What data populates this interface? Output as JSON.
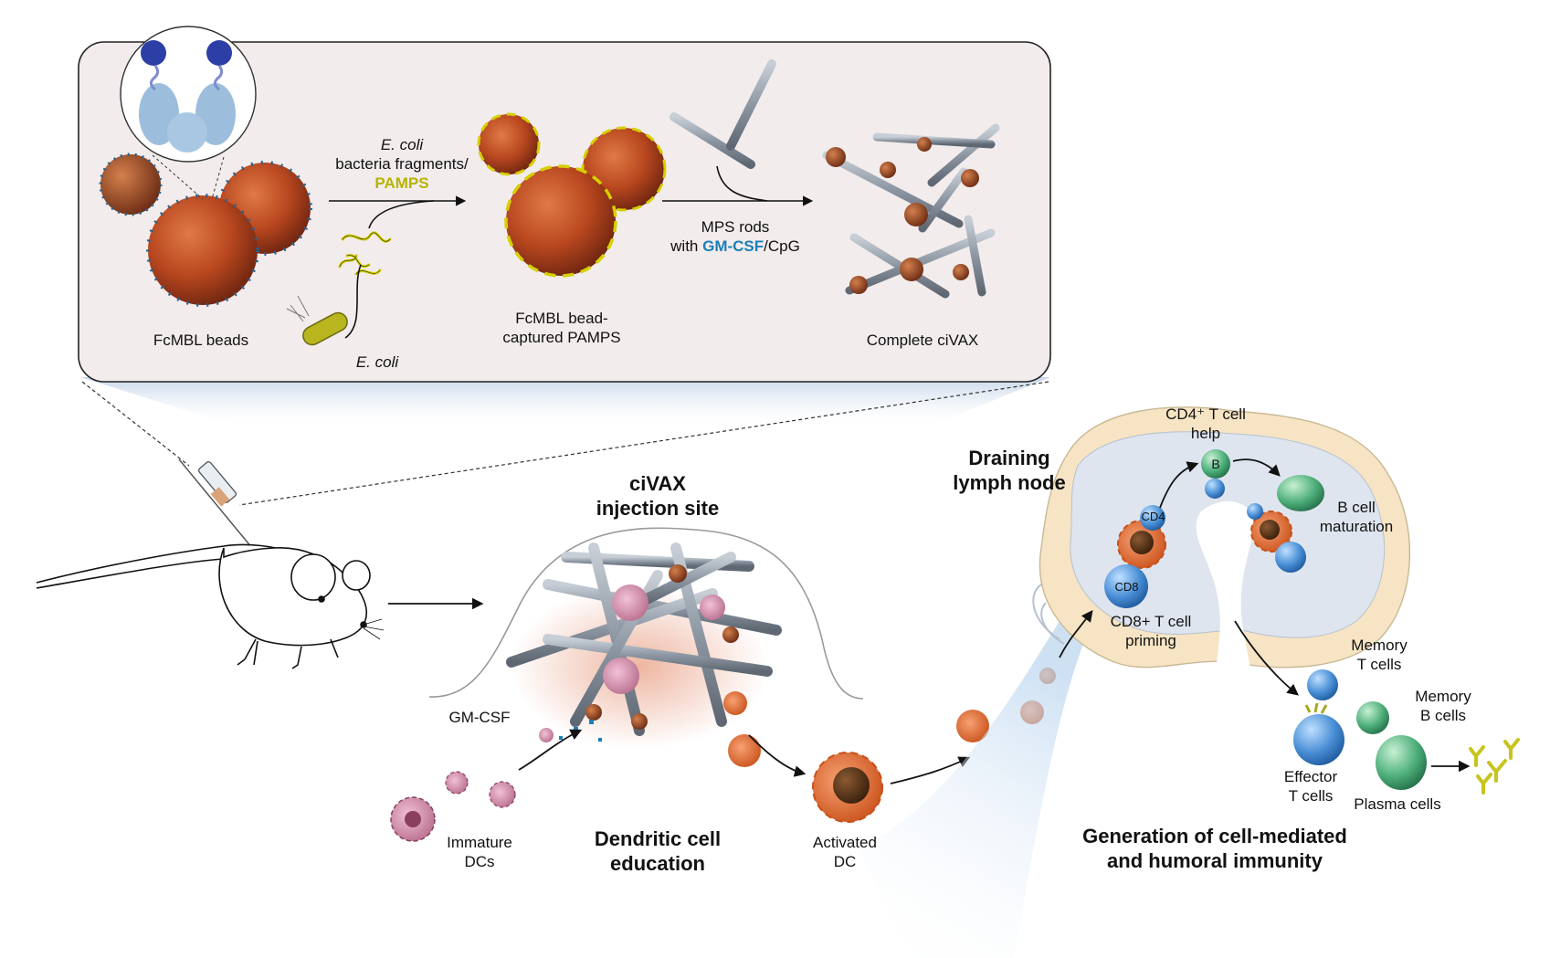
{
  "panel": {
    "fcmbl_beads": "FcMBL beads",
    "arrow_label_italic": "E. coli",
    "arrow_label_line2": "bacteria fragments/",
    "arrow_label_pamps": "PAMPS",
    "ecoli": "E. coli",
    "captured_line1": "FcMBL bead-",
    "captured_line2": "captured PAMPS",
    "mps_line1": "MPS rods",
    "mps_line2_prefix": "with ",
    "mps_line2_gm": "GM-CSF",
    "mps_line2_suffix": "/CpG",
    "complete": "Complete ciVAX"
  },
  "injection": {
    "title_line1": "ciVAX",
    "title_line2": "injection site",
    "gmcsf": "GM-CSF",
    "immature_line1": "Immature",
    "immature_line2": "DCs",
    "education_line1": "Dendritic cell",
    "education_line2": "education",
    "activated_line1": "Activated",
    "activated_line2": "DC"
  },
  "lymph": {
    "title_line1": "Draining",
    "title_line2": "lymph node",
    "cd4_help_line1": "CD4⁺ T cell",
    "cd4_help_line2": "help",
    "b": "B",
    "cd4": "CD4",
    "cd8": "CD8",
    "b_maturation_line1": "B cell",
    "b_maturation_line2": "maturation",
    "cd8_priming_line1": "CD8+ T cell",
    "cd8_priming_line2": "priming",
    "memory_t_line1": "Memory",
    "memory_t_line2": "T cells",
    "memory_b_line1": "Memory",
    "memory_b_line2": "B cells",
    "effector_line1": "Effector",
    "effector_line2": "T cells",
    "plasma": "Plasma cells",
    "generation_line1": "Generation of cell-mediated",
    "generation_line2": "and humoral immunity"
  },
  "colors": {
    "panel_bg": "#f2ecec",
    "bead": "#b8471f",
    "rod": "#8d97a3",
    "dc_immature": "#c98aa6",
    "dc_activated": "#e06a2c",
    "t_cell": "#4a8fd6",
    "b_cell": "#4fb07c",
    "pamps": "#d6d000"
  }
}
